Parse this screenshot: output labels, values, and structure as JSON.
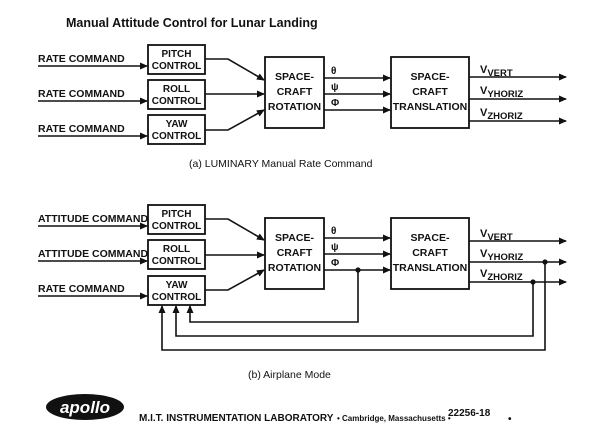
{
  "title": "Manual Attitude Control for Lunar Landing",
  "diagram_a": {
    "inputs": [
      "RATE COMMAND",
      "RATE COMMAND",
      "RATE COMMAND"
    ],
    "control_blocks": [
      {
        "line1": "PITCH",
        "line2": "CONTROL"
      },
      {
        "line1": "ROLL",
        "line2": "CONTROL"
      },
      {
        "line1": "YAW",
        "line2": "CONTROL"
      }
    ],
    "rotation_block": [
      "SPACE-",
      "CRAFT",
      "ROTATION"
    ],
    "angles": [
      "θ",
      "ψ",
      "Φ"
    ],
    "translation_block": [
      "SPACE-",
      "CRAFT",
      "TRANSLATION"
    ],
    "outputs": [
      {
        "main": "V",
        "sub": "VERT"
      },
      {
        "main": "V",
        "sub": "YHORIZ"
      },
      {
        "main": "V",
        "sub": "ZHORIZ"
      }
    ],
    "caption": "(a)  LUMINARY  Manual  Rate  Command"
  },
  "diagram_b": {
    "inputs": [
      "ATTITUDE COMMAND",
      "ATTITUDE COMMAND",
      "RATE COMMAND"
    ],
    "control_blocks": [
      {
        "line1": "PITCH",
        "line2": "CONTROL"
      },
      {
        "line1": "ROLL",
        "line2": "CONTROL"
      },
      {
        "line1": "YAW",
        "line2": "CONTROL"
      }
    ],
    "rotation_block": [
      "SPACE-",
      "CRAFT",
      "ROTATION"
    ],
    "angles": [
      "θ",
      "ψ",
      "Φ"
    ],
    "translation_block": [
      "SPACE-",
      "CRAFT",
      "TRANSLATION"
    ],
    "outputs": [
      {
        "main": "V",
        "sub": "VERT"
      },
      {
        "main": "V",
        "sub": "YHORIZ"
      },
      {
        "main": "V",
        "sub": "ZHORIZ"
      }
    ],
    "caption": "(b)  Airplane  Mode"
  },
  "footer": {
    "logo": "apollo",
    "lab": "M.I.T. INSTRUMENTATION LABORATORY",
    "location": "• Cambridge, Massachusetts •",
    "number": "22256-18",
    "trailing": "•"
  },
  "colors": {
    "ink": "#111111",
    "paper": "#ffffff"
  }
}
